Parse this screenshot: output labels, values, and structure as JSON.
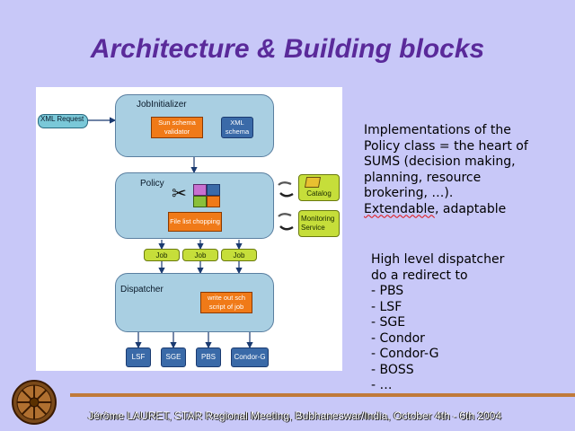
{
  "slide": {
    "title": "Architecture & Building blocks",
    "footer": "Jérôme LAURET, STAR Regional Meeting, Bubhaneswar/India, October 4th - 6th 2004"
  },
  "diagram": {
    "xml_request": "XML Request",
    "job_initializer": {
      "label": "JobInitializer",
      "validator": "Sun schema validator",
      "schema": "XML schema"
    },
    "policy": {
      "label": "Policy",
      "chopper": "File list chopping"
    },
    "catalog": "Catalog",
    "monitoring": "Monitoring Service",
    "jobs": [
      "Job",
      "Job",
      "Job"
    ],
    "dispatcher": {
      "label": "Dispatcher",
      "writer": "write out sch script of job"
    },
    "backends": [
      "LSF",
      "SGE",
      "PBS",
      "Condor-G"
    ]
  },
  "text": {
    "policy_desc": [
      "Implementations of the",
      "Policy class = the heart of",
      "SUMS (decision making,",
      "planning, resource",
      "brokering, …).",
      "Extendable, adaptable"
    ],
    "dispatcher_desc": [
      "High level dispatcher",
      "do a redirect to",
      "- PBS",
      "- LSF",
      "- SGE",
      "- Condor",
      "- Condor-G",
      "- BOSS",
      "- …"
    ]
  },
  "colors": {
    "background": "#c8c8f8",
    "title": "#5a2a9a",
    "box": "#a9cfe2",
    "orange": "#f07a18",
    "blue": "#3a6aa8",
    "green": "#c6de3a"
  }
}
